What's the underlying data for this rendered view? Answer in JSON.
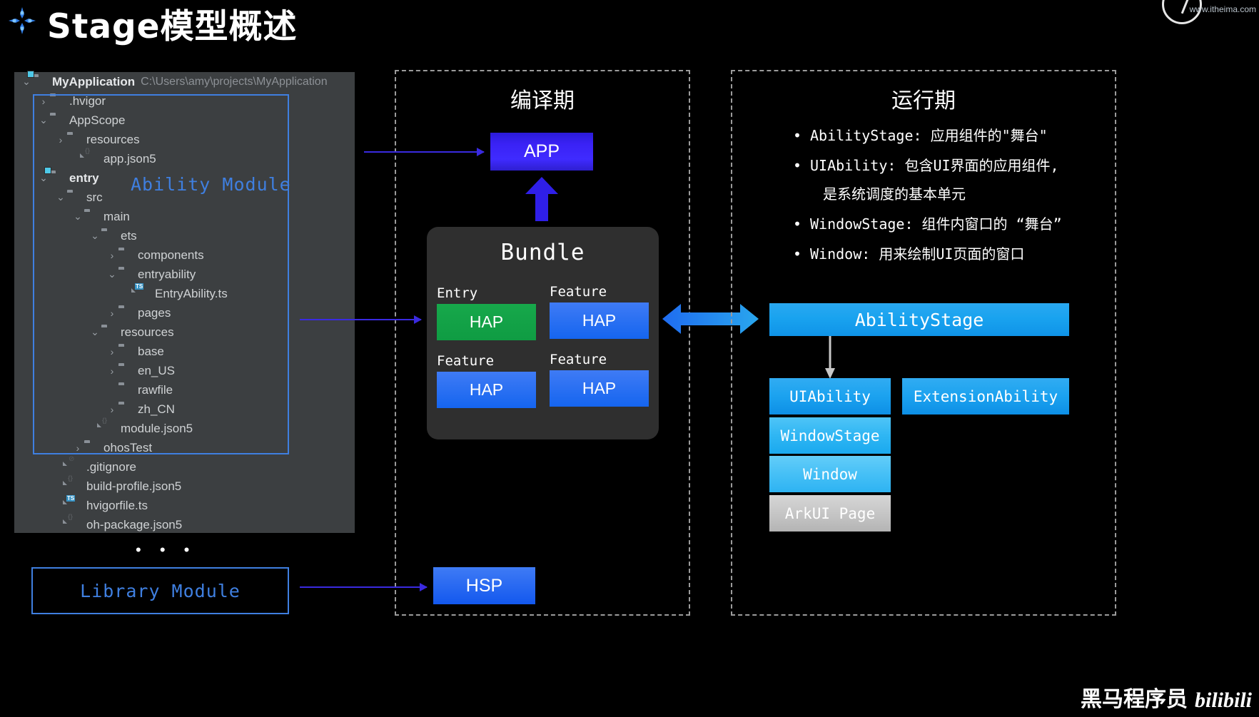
{
  "header": {
    "title": "Stage模型概述",
    "icon": "sparkle-icon",
    "watermark_right": "www.itheima.com"
  },
  "file_tree": {
    "highlight_label": "Ability Module",
    "ellipsis": "• • •",
    "library_module_label": "Library Module",
    "rows": [
      {
        "depth": 0,
        "chevron": "v",
        "icon": "folder-module-icon",
        "label": "MyApplication",
        "bold": true,
        "path": "C:\\Users\\amy\\projects\\MyApplication"
      },
      {
        "depth": 1,
        "chevron": ">",
        "icon": "folder-icon",
        "label": ".hvigor",
        "bold": false,
        "path": ""
      },
      {
        "depth": 1,
        "chevron": "v",
        "icon": "folder-icon",
        "label": "AppScope",
        "bold": false,
        "path": ""
      },
      {
        "depth": 2,
        "chevron": ">",
        "icon": "folder-icon",
        "label": "resources",
        "bold": false,
        "path": ""
      },
      {
        "depth": 3,
        "chevron": "",
        "icon": "file-json-icon",
        "label": "app.json5",
        "bold": false,
        "path": ""
      },
      {
        "depth": 1,
        "chevron": "v",
        "icon": "folder-module-icon",
        "label": "entry",
        "bold": true,
        "path": ""
      },
      {
        "depth": 2,
        "chevron": "v",
        "icon": "folder-icon",
        "label": "src",
        "bold": false,
        "path": ""
      },
      {
        "depth": 3,
        "chevron": "v",
        "icon": "folder-icon",
        "label": "main",
        "bold": false,
        "path": ""
      },
      {
        "depth": 4,
        "chevron": "v",
        "icon": "folder-icon",
        "label": "ets",
        "bold": false,
        "path": ""
      },
      {
        "depth": 5,
        "chevron": ">",
        "icon": "folder-icon",
        "label": "components",
        "bold": false,
        "path": ""
      },
      {
        "depth": 5,
        "chevron": "v",
        "icon": "folder-icon",
        "label": "entryability",
        "bold": false,
        "path": ""
      },
      {
        "depth": 6,
        "chevron": "",
        "icon": "file-ts-icon",
        "label": "EntryAbility.ts",
        "bold": false,
        "path": ""
      },
      {
        "depth": 5,
        "chevron": ">",
        "icon": "folder-icon",
        "label": "pages",
        "bold": false,
        "path": ""
      },
      {
        "depth": 4,
        "chevron": "v",
        "icon": "folder-icon",
        "label": "resources",
        "bold": false,
        "path": ""
      },
      {
        "depth": 5,
        "chevron": ">",
        "icon": "folder-icon",
        "label": "base",
        "bold": false,
        "path": ""
      },
      {
        "depth": 5,
        "chevron": ">",
        "icon": "folder-icon",
        "label": "en_US",
        "bold": false,
        "path": ""
      },
      {
        "depth": 5,
        "chevron": "",
        "icon": "folder-icon",
        "label": "rawfile",
        "bold": false,
        "path": ""
      },
      {
        "depth": 5,
        "chevron": ">",
        "icon": "folder-icon",
        "label": "zh_CN",
        "bold": false,
        "path": ""
      },
      {
        "depth": 4,
        "chevron": "",
        "icon": "file-json-icon",
        "label": "module.json5",
        "bold": false,
        "path": ""
      },
      {
        "depth": 3,
        "chevron": ">",
        "icon": "folder-icon",
        "label": "ohosTest",
        "bold": false,
        "path": ""
      },
      {
        "depth": 2,
        "chevron": "",
        "icon": "file-git-icon",
        "label": ".gitignore",
        "bold": false,
        "path": ""
      },
      {
        "depth": 2,
        "chevron": "",
        "icon": "file-json-icon",
        "label": "build-profile.json5",
        "bold": false,
        "path": ""
      },
      {
        "depth": 2,
        "chevron": "",
        "icon": "file-ts-icon",
        "label": "hvigorfile.ts",
        "bold": false,
        "path": ""
      },
      {
        "depth": 2,
        "chevron": "",
        "icon": "file-json-icon",
        "label": "oh-package.json5",
        "bold": false,
        "path": ""
      }
    ]
  },
  "compile_zone": {
    "title": "编译期",
    "app_label": "APP",
    "bundle_title": "Bundle",
    "haps": [
      {
        "caption": "Entry",
        "label": "HAP",
        "color": "#12a047"
      },
      {
        "caption": "Feature",
        "label": "HAP",
        "color": "#1f6cf0"
      },
      {
        "caption": "Feature",
        "label": "HAP",
        "color": "#1f6cf0"
      },
      {
        "caption": "Feature",
        "label": "HAP",
        "color": "#1f6cf0"
      }
    ],
    "hsp_label": "HSP"
  },
  "runtime_zone": {
    "title": "运行期",
    "bullets": [
      {
        "text": "AbilityStage: 应用组件的\"舞台\"",
        "cont": ""
      },
      {
        "text": "UIAbility: 包含UI界面的应用组件,",
        "cont": "是系统调度的基本单元"
      },
      {
        "text": "WindowStage: 组件内窗口的 “舞台”",
        "cont": ""
      },
      {
        "text": "Window: 用来绘制UI页面的窗口",
        "cont": ""
      }
    ],
    "boxes": {
      "abilitystage": "AbilityStage",
      "uiability": "UIAbility",
      "extensionability": "ExtensionAbility",
      "windowstage": "WindowStage",
      "window": "Window",
      "arkuipage": "ArkUI Page"
    }
  },
  "footer": {
    "brand_cn": "黑马程序员",
    "brand_bili": "bilibili"
  },
  "colors": {
    "accent_blue": "#3f7fe0",
    "app_purple": "#3a22f5",
    "hap_green": "#12a047",
    "hap_blue": "#1f6cf0",
    "runtime_blue": "#19a3ef",
    "panel_bg": "#3c3f41",
    "page_bg": "#000000"
  }
}
